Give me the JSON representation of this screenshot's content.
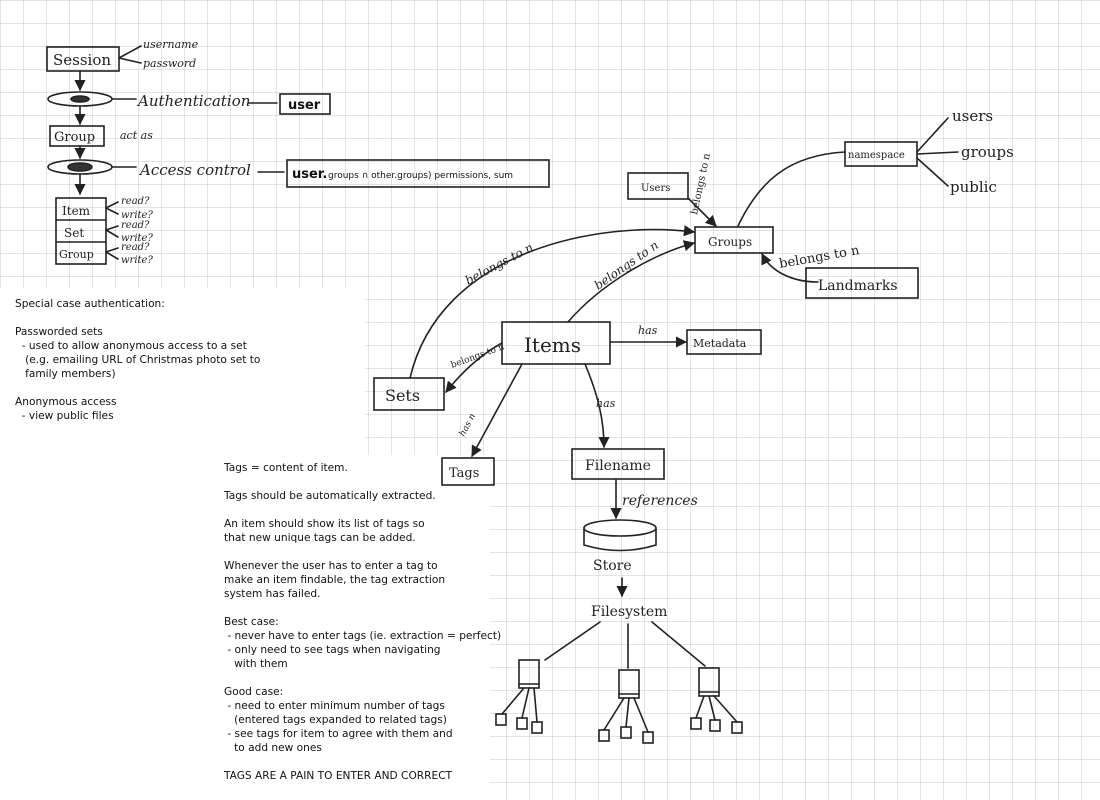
{
  "session": {
    "box": "Session",
    "fields": [
      "username",
      "password"
    ],
    "authentication": "Authentication",
    "user_badge": "user",
    "group_box": "Group",
    "act_as": "act as",
    "access_control": "Access control",
    "formula": {
      "user_bold": "user.",
      "rest": "groups ∩ other.groups) permissions, sum"
    },
    "perm_boxes": [
      "Item",
      "Set",
      "Group"
    ],
    "perm_rw": [
      "read?",
      "write?"
    ]
  },
  "nodes": {
    "users": "Users",
    "groups": "Groups",
    "namespace": "namespace",
    "ns_children": [
      "users",
      "groups",
      "public"
    ],
    "landmarks": "Landmarks",
    "items": "Items",
    "metadata": "Metadata",
    "sets": "Sets",
    "tags": "Tags",
    "filename": "Filename",
    "store": "Store",
    "filesystem": "Filesystem"
  },
  "edges": {
    "sets_belongs": "belongs to n",
    "items_groups": "belongs to n",
    "users_groups": "belongs to n",
    "landmarks_groups": "belongs to n",
    "items_sets": "belongs to n",
    "items_metadata": "has",
    "items_filename": "has",
    "items_tags": "has n",
    "filename_store": "references"
  },
  "notes": {
    "left": "Special case authentication:\n\nPassworded sets\n  - used to allow anonymous access to a set\n   (e.g. emailing URL of Christmas photo set to\n   family members)\n\nAnonymous access\n  - view public files",
    "tags": "Tags = content of item.\n\nTags should be automatically extracted.\n\nAn item should show its list of tags so\nthat new unique tags can be added.\n\nWhenever the user has to enter a tag to\nmake an item findable, the tag extraction\nsystem has failed.\n\nBest case:\n - never have to enter tags (ie. extraction = perfect)\n - only need to see tags when navigating\n   with them\n\nGood case:\n - need to enter minimum number of tags\n   (entered tags expanded to related tags)\n - see tags for item to agree with them and\n   to add new ones\n\nTAGS ARE A PAIN TO ENTER AND CORRECT"
  }
}
